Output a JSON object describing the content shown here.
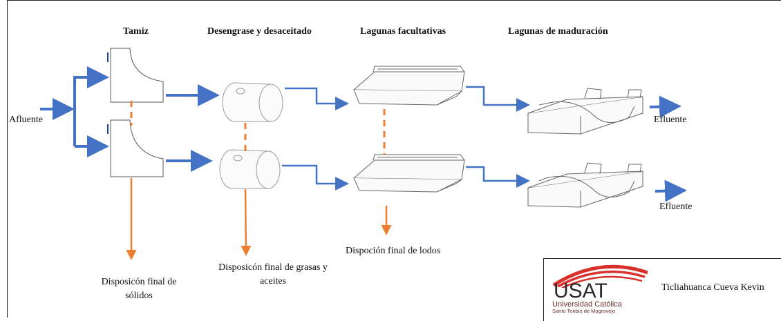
{
  "stages": {
    "tamiz": "Tamiz",
    "desengrase": "Desengrase y desaceitado",
    "facultativas": "Lagunas facultativas",
    "maduracion": "Lagunas de maduración"
  },
  "labels": {
    "afluente": "Afluente",
    "efluente_1": "Efluente",
    "efluente_2": "Efluente",
    "solidos_line1": "Disposicón final de",
    "solidos_line2": "sólidos",
    "grasas_line1": "Disposicón final de grasas y",
    "grasas_line2": "aceites",
    "lodos": "Dispoción final de lodos"
  },
  "logo": {
    "name": "USAT",
    "subtitle": "Universidad Católica",
    "subtitle2": "Santo Toribio de Mogrovejo"
  },
  "author": "Ticliahuanca Cueva Kevin",
  "colors": {
    "flow_arrow": "#4472c4",
    "disposal_line": "#ed7d31",
    "logo_red": "#d9302c",
    "equipment_stroke": "#555555"
  }
}
